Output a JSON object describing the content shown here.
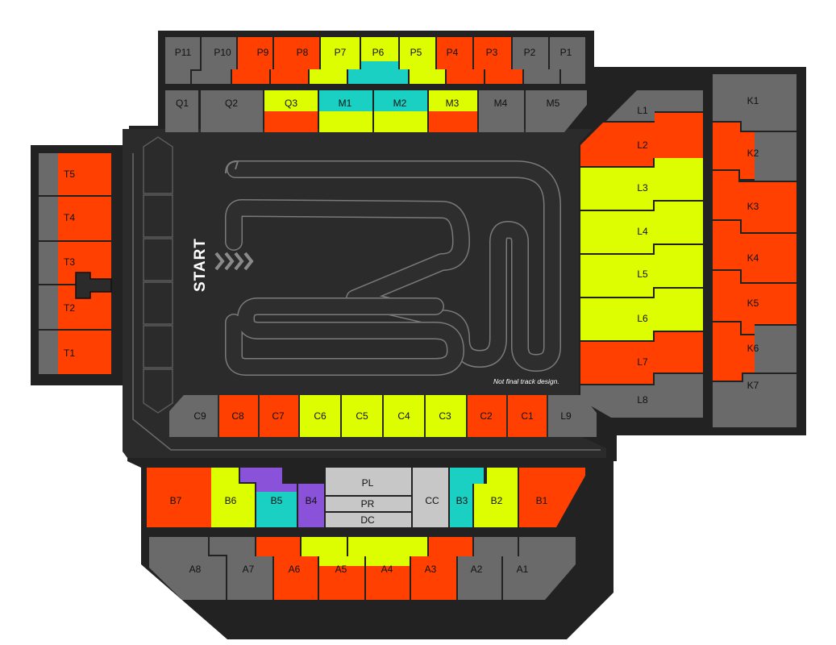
{
  "colors": {
    "background": "#ffffff",
    "venue": "#222222",
    "arena": "#2b2b2b",
    "track": "#3a3a3a",
    "track_edge": "#7a7a7a",
    "orange": "#ff4000",
    "yellow": "#ddfe00",
    "teal": "#1ad0c2",
    "purple": "#8a52d8",
    "gray": "#6a6a6a",
    "light_gray": "#c7c7c7",
    "label": "#111111"
  },
  "arena": {
    "start_label": "START",
    "note": "Not final track design."
  },
  "sections": {
    "P11": "P11",
    "P10": "P10",
    "P9": "P9",
    "P8": "P8",
    "P7": "P7",
    "P6": "P6",
    "P5": "P5",
    "P4": "P4",
    "P3": "P3",
    "P2": "P2",
    "P1": "P1",
    "Q1": "Q1",
    "Q2": "Q2",
    "Q3": "Q3",
    "M1": "M1",
    "M2": "M2",
    "M3": "M3",
    "M4": "M4",
    "M5": "M5",
    "T5": "T5",
    "T4": "T4",
    "T3": "T3",
    "T2": "T2",
    "T1": "T1",
    "L1": "L1",
    "L2": "L2",
    "L3": "L3",
    "L4": "L4",
    "L5": "L5",
    "L6": "L6",
    "L7": "L7",
    "L8": "L8",
    "K1": "K1",
    "K2": "K2",
    "K3": "K3",
    "K4": "K4",
    "K5": "K5",
    "K6": "K6",
    "K7": "K7",
    "C9": "C9",
    "C8": "C8",
    "C7": "C7",
    "C6": "C6",
    "C5": "C5",
    "C4": "C4",
    "C3": "C3",
    "C2": "C2",
    "C1": "C1",
    "L9": "L9",
    "B7": "B7",
    "B6": "B6",
    "B5": "B5",
    "B4": "B4",
    "PL": "PL",
    "PR": "PR",
    "DC": "DC",
    "CC": "CC",
    "B3": "B3",
    "B2": "B2",
    "B1": "B1",
    "A8": "A8",
    "A7": "A7",
    "A6": "A6",
    "A5": "A5",
    "A4": "A4",
    "A3": "A3",
    "A2": "A2",
    "A1": "A1"
  }
}
